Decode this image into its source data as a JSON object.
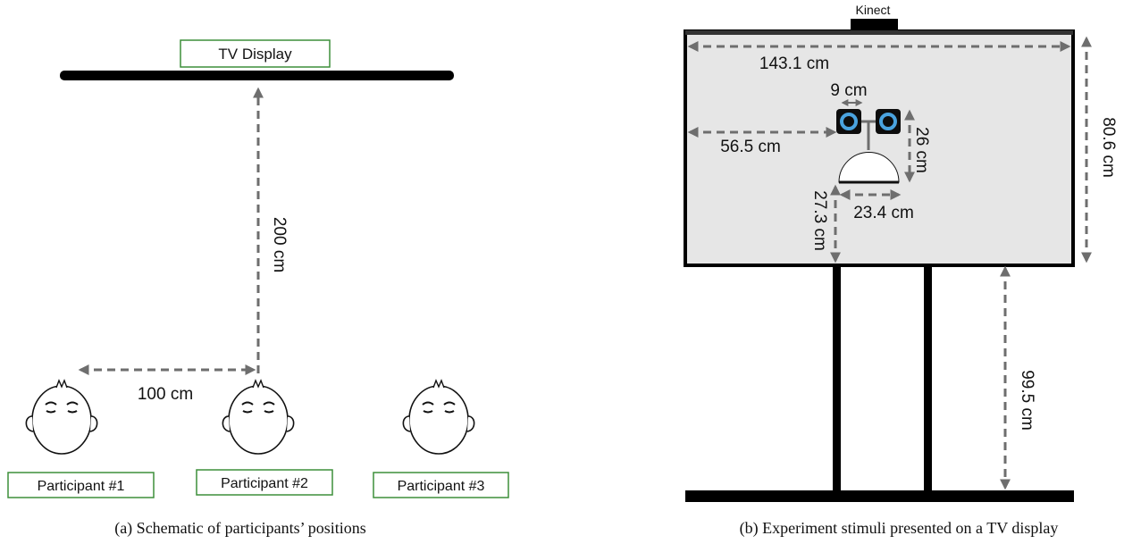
{
  "panel_a": {
    "tv_label": "TV Display",
    "dist_vertical": "200 cm",
    "dist_horizontal": "100 cm",
    "participants": [
      "Participant #1",
      "Participant #2",
      "Participant #3"
    ],
    "caption": "(a) Schematic of participants’ positions"
  },
  "panel_b": {
    "kinect_label": "Kinect",
    "width": "143.1 cm",
    "height": "80.6 cm",
    "eye_gap": "9 cm",
    "left_offset": "56.5 cm",
    "face_height": "26 cm",
    "mouth_width": "23.4 cm",
    "bottom_offset": "27.3 cm",
    "stand_height": "99.5 cm",
    "caption": "(b) Experiment stimuli presented on a TV display"
  },
  "colors": {
    "label_box_border": "#3d8f3a",
    "eye_ring": "#4aa3df",
    "screen_fill": "#e6e6e6",
    "dim_lines": "#6e6e6e"
  }
}
